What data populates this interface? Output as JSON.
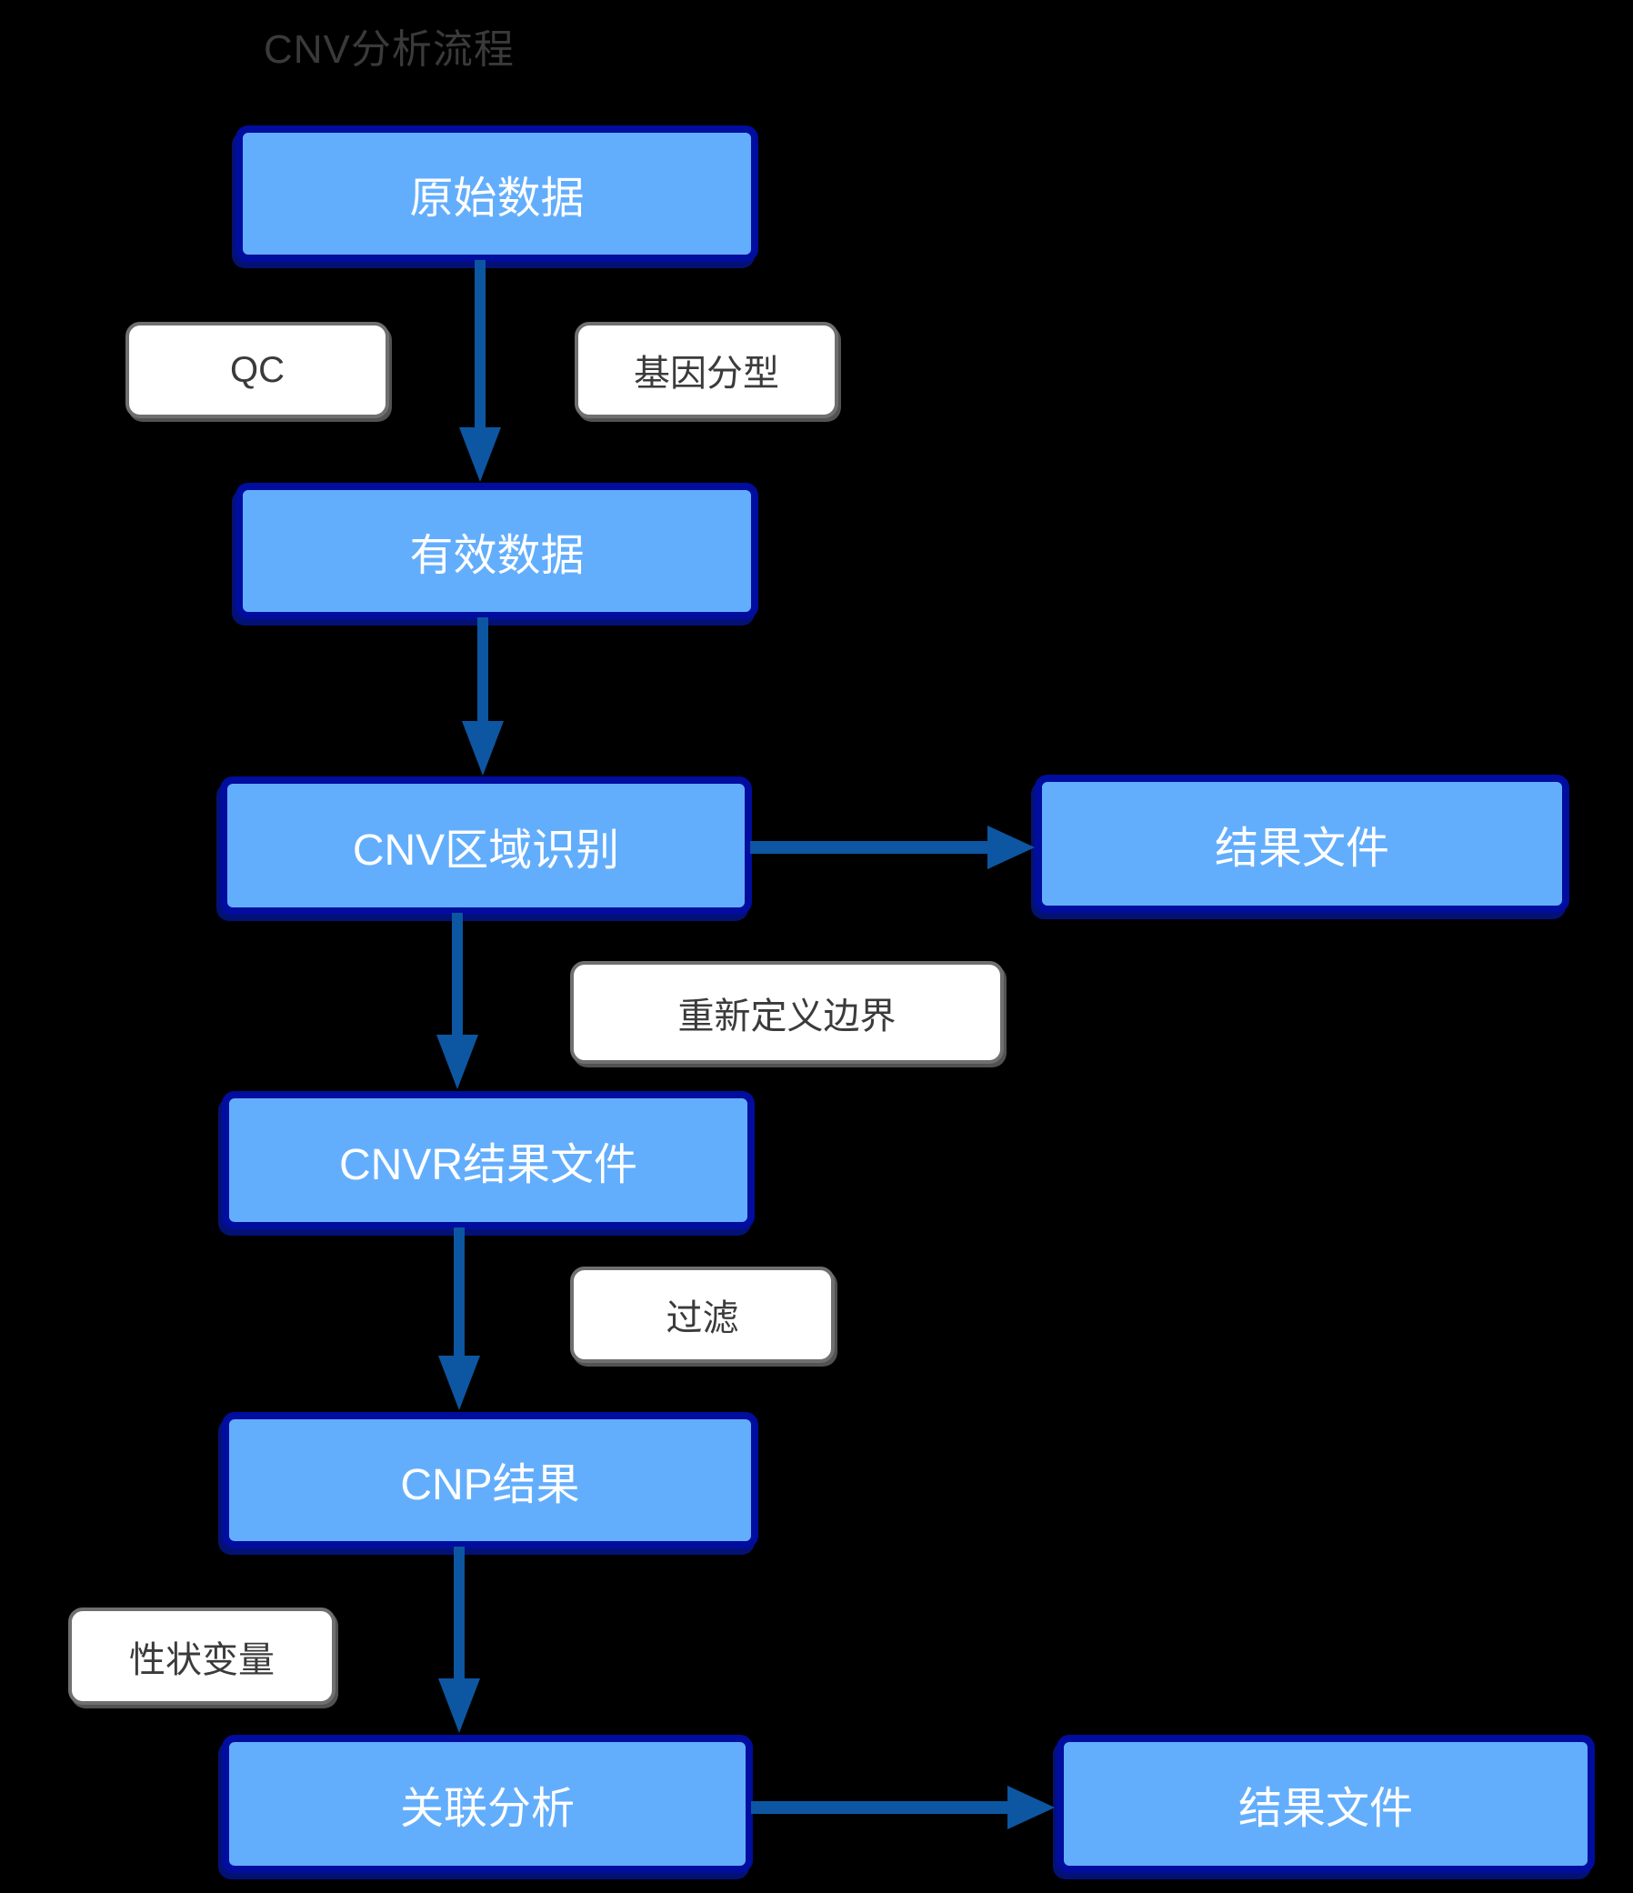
{
  "title": "CNV分析流程",
  "colors": {
    "background": "#000000",
    "node_fill": "#63AEFC",
    "node_border": "#000D9E",
    "node_text": "#FFFFFF",
    "label_fill": "#FFFFFF",
    "label_border": "#6F6F6F",
    "label_text": "#3B3B3B",
    "arrow": "#0D56A2",
    "title_text": "#3A3A3A"
  },
  "nodes": {
    "raw_data": "原始数据",
    "valid_data": "有效数据",
    "cnv_region": "CNV区域识别",
    "result_file_1": "结果文件",
    "cnvr_result": "CNVR结果文件",
    "cnp_result": "CNP结果",
    "association": "关联分析",
    "result_file_2": "结果文件"
  },
  "edge_labels": {
    "qc": "QC",
    "genotyping": "基因分型",
    "redefine_boundary": "重新定义边界",
    "filter": "过滤",
    "trait_variable": "性状变量"
  }
}
